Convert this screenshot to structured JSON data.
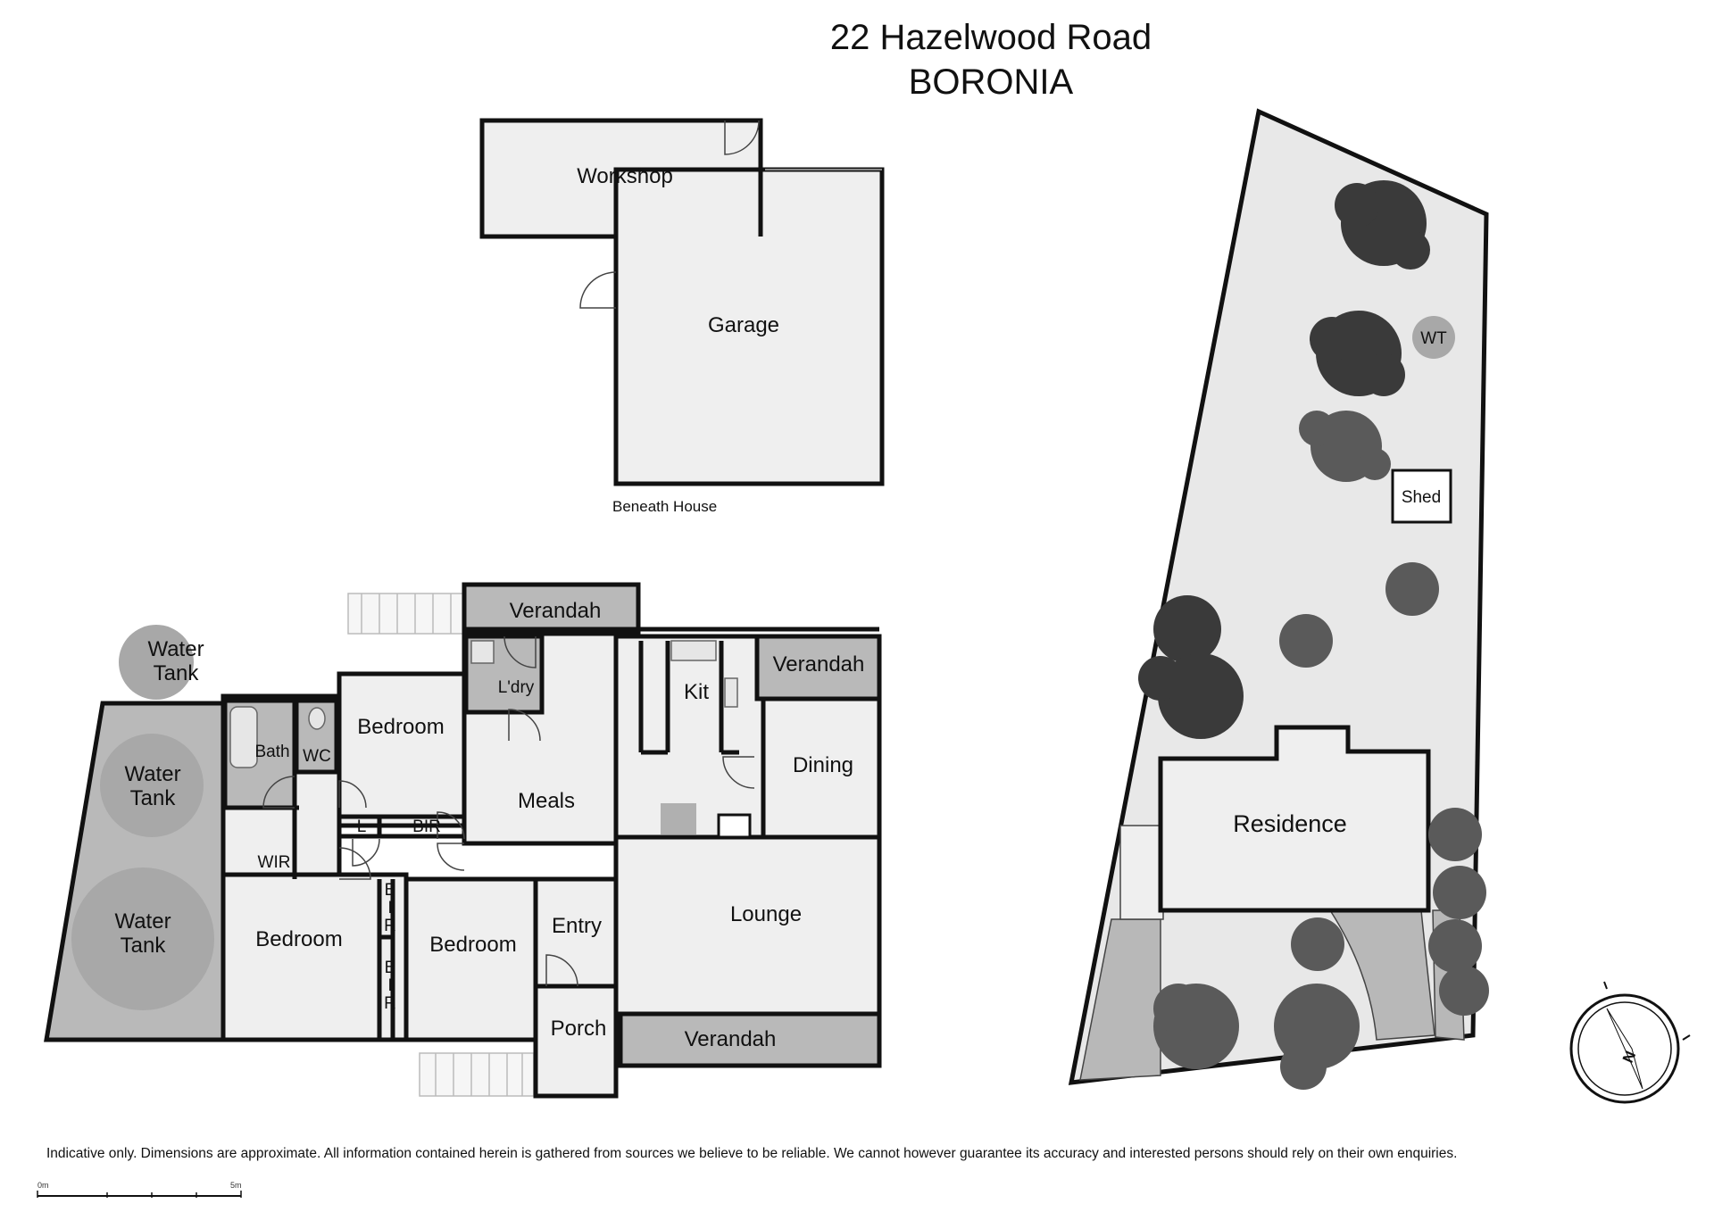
{
  "header": {
    "address_line1": "22 Hazelwood Road",
    "address_line2": "BORONIA"
  },
  "outbuilding": {
    "workshop": "Workshop",
    "garage": "Garage",
    "note": "Beneath House"
  },
  "house": {
    "verandah_top": "Verandah",
    "verandah_right": "Verandah",
    "verandah_bottom": "Verandah",
    "laundry": "L'dry",
    "kitchen": "Kit",
    "meals": "Meals",
    "dining": "Dining",
    "lounge": "Lounge",
    "entry": "Entry",
    "porch": "Porch",
    "bedroom_top": "Bedroom",
    "bedroom_left": "Bedroom",
    "bedroom_mid": "Bedroom",
    "bath": "Bath",
    "wc": "WC",
    "wir": "WIR",
    "linen": "L",
    "bir_top": "BIR",
    "bir_v1": [
      "B",
      "I",
      "R"
    ],
    "bir_v2": [
      "B",
      "I",
      "R"
    ],
    "water_tank_1": [
      "Water",
      "Tank"
    ],
    "water_tank_2": [
      "Water",
      "Tank"
    ],
    "water_tank_3": [
      "Water",
      "Tank"
    ]
  },
  "site": {
    "residence": "Residence",
    "shed": "Shed",
    "wt": "WT",
    "compass": "N"
  },
  "footer": {
    "disclaimer": "Indicative only. Dimensions are approximate. All information contained herein is gathered from sources we believe to be reliable. We cannot however guarantee its accuracy and interested persons should rely on their own enquiries.",
    "scale_start": "0m",
    "scale_end": "5m"
  }
}
